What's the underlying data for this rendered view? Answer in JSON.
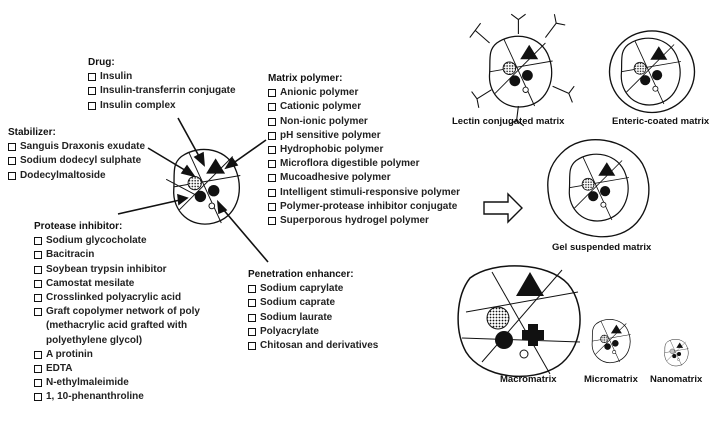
{
  "drug": {
    "heading": "Drug:",
    "items": [
      "Insulin",
      "Insulin-transferrin conjugate",
      "Insulin complex"
    ]
  },
  "stabilizer": {
    "heading": "Stabilizer:",
    "items": [
      "Sanguis Draxonis exudate",
      "Sodium dodecyl sulphate",
      "Dodecylmaltoside"
    ]
  },
  "matrix_polymer": {
    "heading": "Matrix polymer:",
    "items": [
      "Anionic polymer",
      "Cationic polymer",
      "Non-ionic polymer",
      "pH sensitive polymer",
      "Hydrophobic polymer",
      "Microflora digestible polymer",
      "Mucoadhesive polymer",
      "Intelligent stimuli-responsive polymer",
      "Polymer-protease inhibitor conjugate",
      "Superporous hydrogel polymer"
    ]
  },
  "protease_inhibitor": {
    "heading": "Protease inhibitor:",
    "items": [
      "Sodium glycocholate",
      "Bacitracin",
      "Soybean trypsin inhibitor",
      "Camostat mesilate",
      "Crosslinked polyacrylic acid",
      "Graft copolymer network of poly (methacrylic acid grafted with polyethylene glycol)",
      "A protinin",
      "EDTA",
      "N-ethylmaleimide",
      "1, 10-phenanthroline"
    ]
  },
  "penetration_enhancer": {
    "heading": "Penetration enhancer:",
    "items": [
      "Sodium caprylate",
      "Sodium caprate",
      "Sodium laurate",
      "Polyacrylate",
      "Chitosan and derivatives"
    ]
  },
  "captions": {
    "lectin": "Lectin conjugated matrix",
    "enteric": "Enteric-coated matrix",
    "gel": "Gel suspended matrix",
    "macro": "Macromatrix",
    "micro": "Micromatrix",
    "nano": "Nanomatrix"
  }
}
